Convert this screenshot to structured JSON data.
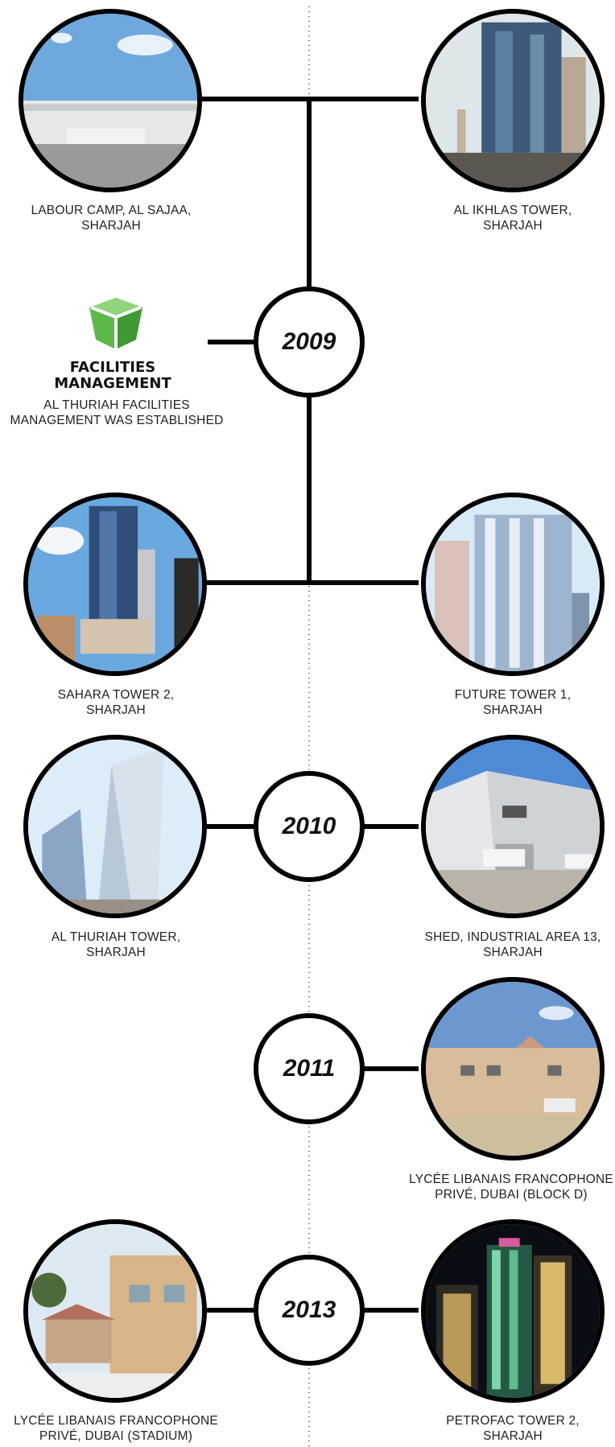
{
  "timeline": {
    "projects": [
      {
        "line1": "LABOUR CAMP, AL SAJAA,",
        "line2": "SHARJAH",
        "photo": "warehouse-photo"
      },
      {
        "line1": "AL IKHLAS TOWER,",
        "line2": "SHARJAH",
        "photo": "tower-photo"
      },
      {
        "line1": "SAHARA TOWER 2,",
        "line2": "SHARJAH",
        "photo": "tower-photo"
      },
      {
        "line1": "FUTURE TOWER 1,",
        "line2": "SHARJAH",
        "photo": "tower-photo"
      },
      {
        "line1": "AL THURIAH TOWER,",
        "line2": "SHARJAH",
        "photo": "tower-photo"
      },
      {
        "line1": "SHED, INDUSTRIAL AREA 13,",
        "line2": "SHARJAH",
        "photo": "shed-photo"
      },
      {
        "line1": "LYCÉE LIBANAIS FRANCOPHONE",
        "line2": "PRIVÉ, DUBAI (BLOCK D)",
        "photo": "school-photo"
      },
      {
        "line1": "LYCÉE LIBANAIS FRANCOPHONE",
        "line2": "PRIVÉ, DUBAI (STADIUM)",
        "photo": "school-photo"
      },
      {
        "line1": "PETROFAC TOWER 2,",
        "line2": "SHARJAH",
        "photo": "night-tower-photo"
      }
    ],
    "years": [
      "2009",
      "2010",
      "2011",
      "2013"
    ],
    "facilities": {
      "logo_line1": "FACILITIES",
      "logo_line2": "MANAGEMENT",
      "caption_line1": "AL THURIAH FACILITIES",
      "caption_line2": "MANAGEMENT WAS ESTABLISHED",
      "logo_color": "#5db84a"
    }
  },
  "colors": {
    "line": "#000000",
    "text": "#222222",
    "sky": "#7fb2e0"
  }
}
